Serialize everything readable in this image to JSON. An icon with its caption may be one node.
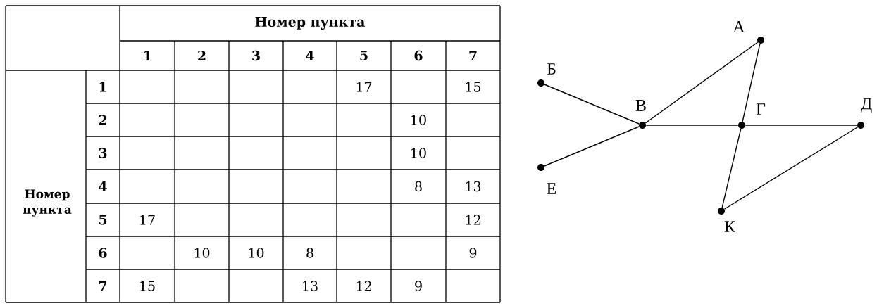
{
  "diagram": {
    "nodes": [
      {
        "text": [],
        "shape": "circle",
        "beside": [
          "А"
        ]
      },
      {
        "text": [],
        "shape": "circle",
        "beside": [
          "Б"
        ]
      },
      {
        "text": [],
        "shape": "circle",
        "beside": [
          "В"
        ]
      },
      {
        "text": [],
        "shape": "circle",
        "beside": [
          "Г"
        ]
      },
      {
        "text": [],
        "shape": "circle",
        "beside": [
          "Д"
        ]
      },
      {
        "text": [],
        "shape": "circle",
        "beside": [
          "Е"
        ]
      },
      {
        "text": [],
        "shape": "circle",
        "beside": [
          "К"
        ]
      }
    ],
    "edges": [
      {
        "from": 1,
        "to": 2,
        "arrow": "none"
      },
      {
        "from": 5,
        "to": 2,
        "arrow": "none"
      },
      {
        "from": 2,
        "to": 0,
        "arrow": "none"
      },
      {
        "from": 2,
        "to": 3,
        "arrow": "none"
      },
      {
        "from": 3,
        "to": 4,
        "arrow": "none"
      },
      {
        "from": 0,
        "to": 3,
        "arrow": "none"
      },
      {
        "from": 3,
        "to": 6,
        "arrow": "none"
      },
      {
        "from": 6,
        "to": 4,
        "arrow": "none"
      }
    ],
    "labels": [
      "Номер пункта",
      "1",
      "2",
      "3",
      "4",
      "5",
      "6",
      "7",
      "Номер пункта",
      "1",
      "17",
      "15",
      "2",
      "10",
      "3",
      "10",
      "4",
      "8",
      "13",
      "5",
      "17",
      "12",
      "6",
      "10",
      "10",
      "8",
      "9",
      "7",
      "15",
      "13",
      "12",
      "9"
    ]
  }
}
